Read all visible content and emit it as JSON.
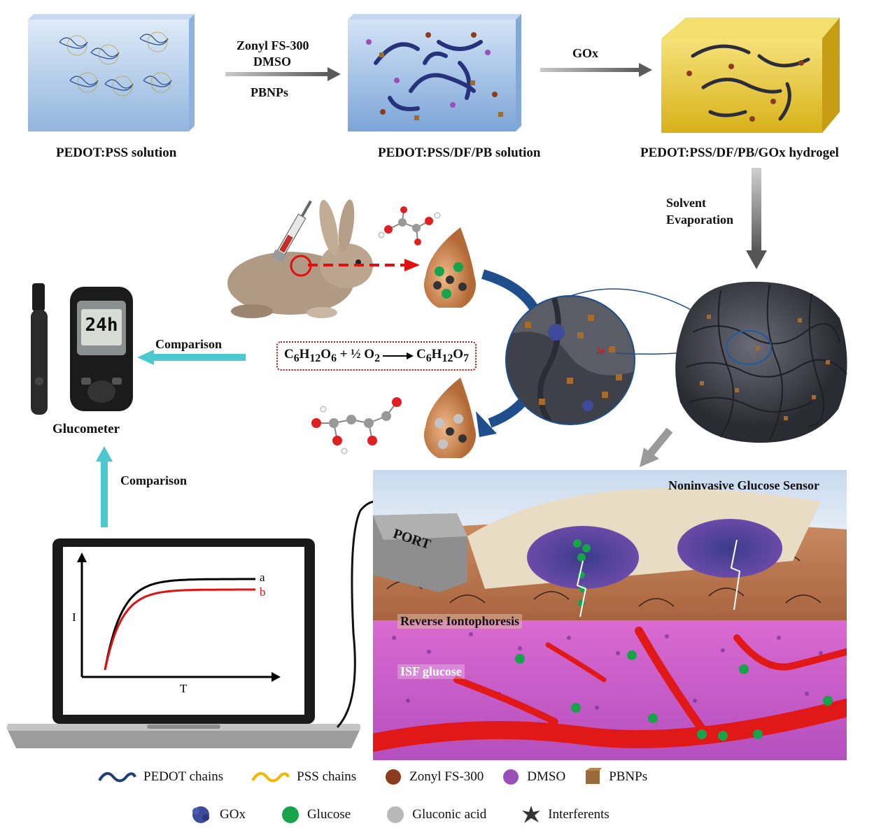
{
  "steps": {
    "step1_caption": "PEDOT:PSS solution",
    "step2_caption": "PEDOT:PSS/DF/PB solution",
    "step3_caption": "PEDOT:PSS/DF/PB/GOx hydrogel",
    "arrow1_line1": "Zonyl FS-300",
    "arrow1_line2": "DMSO",
    "arrow1_line3": "PBNPs",
    "arrow2_label": "GOx",
    "evaporation_line1": "Solvent",
    "evaporation_line2": "Evaporation"
  },
  "reaction": {
    "lhs_c": "C",
    "lhs_c_sub": "6",
    "lhs_h": "H",
    "lhs_h_sub": "12",
    "lhs_o": "O",
    "lhs_o_sub": "6",
    "plus": "+ ½ O",
    "o2_sub": "2",
    "rhs_c": "C",
    "rhs_c_sub": "6",
    "rhs_h": "H",
    "rhs_h_sub": "12",
    "rhs_o": "O",
    "rhs_o_sub": "7",
    "electrons": "2e",
    "electrons_sup": "-"
  },
  "glucometer": {
    "label": "Glucometer",
    "display": "24h",
    "comparison_top": "Comparison",
    "comparison_left": "Comparison"
  },
  "graph": {
    "xlabel": "T",
    "ylabel": "I",
    "curve_a": "a",
    "curve_b": "b"
  },
  "sensor": {
    "title": "Noninvasive Glucose Sensor",
    "port": "PORT",
    "reverse": "Reverse Iontophoresis",
    "isf": "ISF glucose"
  },
  "legend": {
    "row1": [
      "PEDOT chains",
      "PSS chains",
      "Zonyl FS-300",
      "DMSO",
      "PBNPs"
    ],
    "row2": [
      "GOx",
      "Glucose",
      "Gluconic acid",
      "Interferents"
    ]
  },
  "colors": {
    "pedot": "#1f3f7a",
    "pss": "#f2b705",
    "zonyl": "#8a3c1c",
    "dmso": "#9a4fb8",
    "pbnps": "#9a6b3a",
    "glucose": "#17a34a",
    "gluconic": "#b8b8b8",
    "arrow_teal": "#4cc9cf",
    "arrow_gray": "#7a7a7a",
    "arrow_blue": "#1f4e8c",
    "curve_a": "#000000",
    "curve_b": "#e01010"
  }
}
